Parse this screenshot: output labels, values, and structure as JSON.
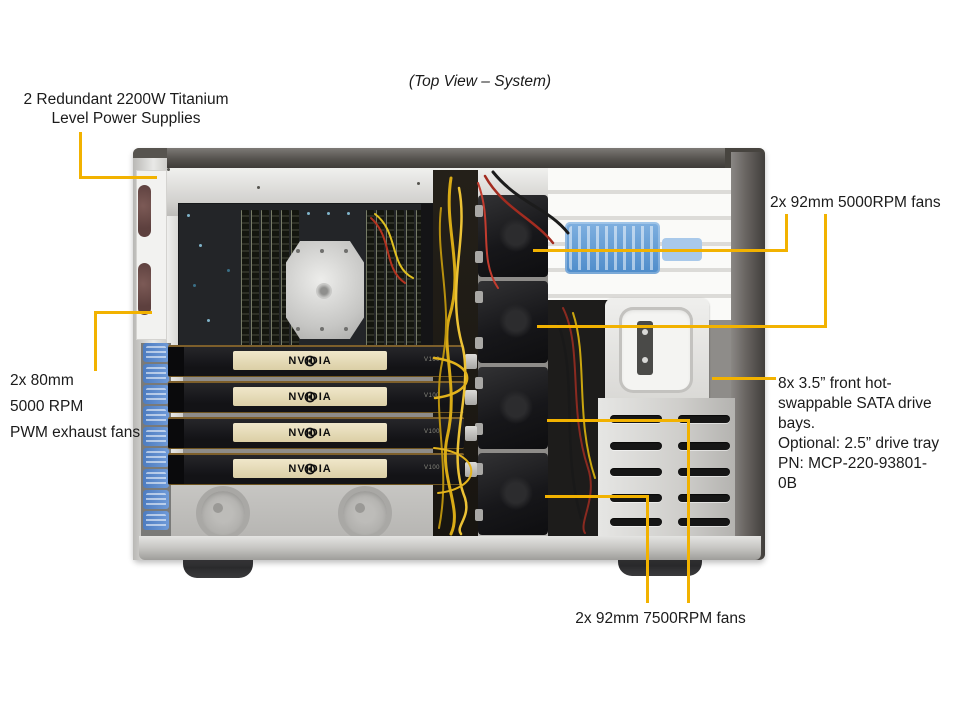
{
  "title": "(Top View – System)",
  "colors": {
    "callout_line": "#F2B200",
    "gpu_label_bg": "#E7DBB9",
    "pcie_clip_blue": "#5B8FD6",
    "drive_rail_blue": "#5B9BD5"
  },
  "callouts": {
    "psu": {
      "lines": [
        "2 Redundant 2200W Titanium",
        "Level Power Supplies"
      ]
    },
    "exhaust_fans": {
      "lines": [
        "2x 80mm",
        "5000 RPM",
        "PWM exhaust fans"
      ]
    },
    "fans_5000rpm": {
      "label": "2x 92mm 5000RPM fans"
    },
    "drive_bays": {
      "lines": [
        "8x 3.5” front hot-",
        "swappable SATA drive",
        "bays.",
        "Optional: 2.5” drive tray",
        "PN: MCP-220-93801-",
        "0B"
      ]
    },
    "fans_7500rpm": {
      "label": "2x 92mm 7500RPM fans"
    }
  },
  "chassis": {
    "gpu_brand": "NVIDIA",
    "gpu_model": "V100",
    "gpu_count": 4
  }
}
